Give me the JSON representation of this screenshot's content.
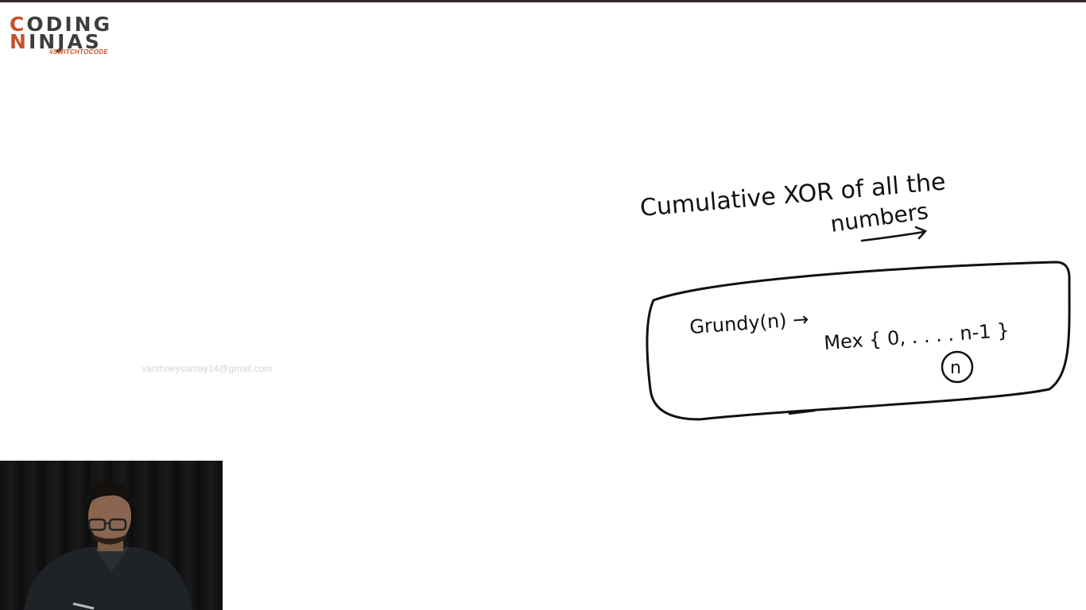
{
  "logo": {
    "line1": "CODING",
    "line2": "NINJAS",
    "tagline": "#SWITCHTOCODE"
  },
  "watermark": "varshneysamay14@gmail.com",
  "whiteboard": {
    "heading_line1": "Cumulative XOR of all the",
    "heading_line2": "numbers",
    "box_line1": "Grundy(n) →",
    "box_line2": "Mex { 0, . . . . n-1 }",
    "circled_value": "n"
  },
  "colors": {
    "brand_orange": "#c7522a",
    "brand_dark": "#3d3d3d",
    "ink": "#111111"
  }
}
